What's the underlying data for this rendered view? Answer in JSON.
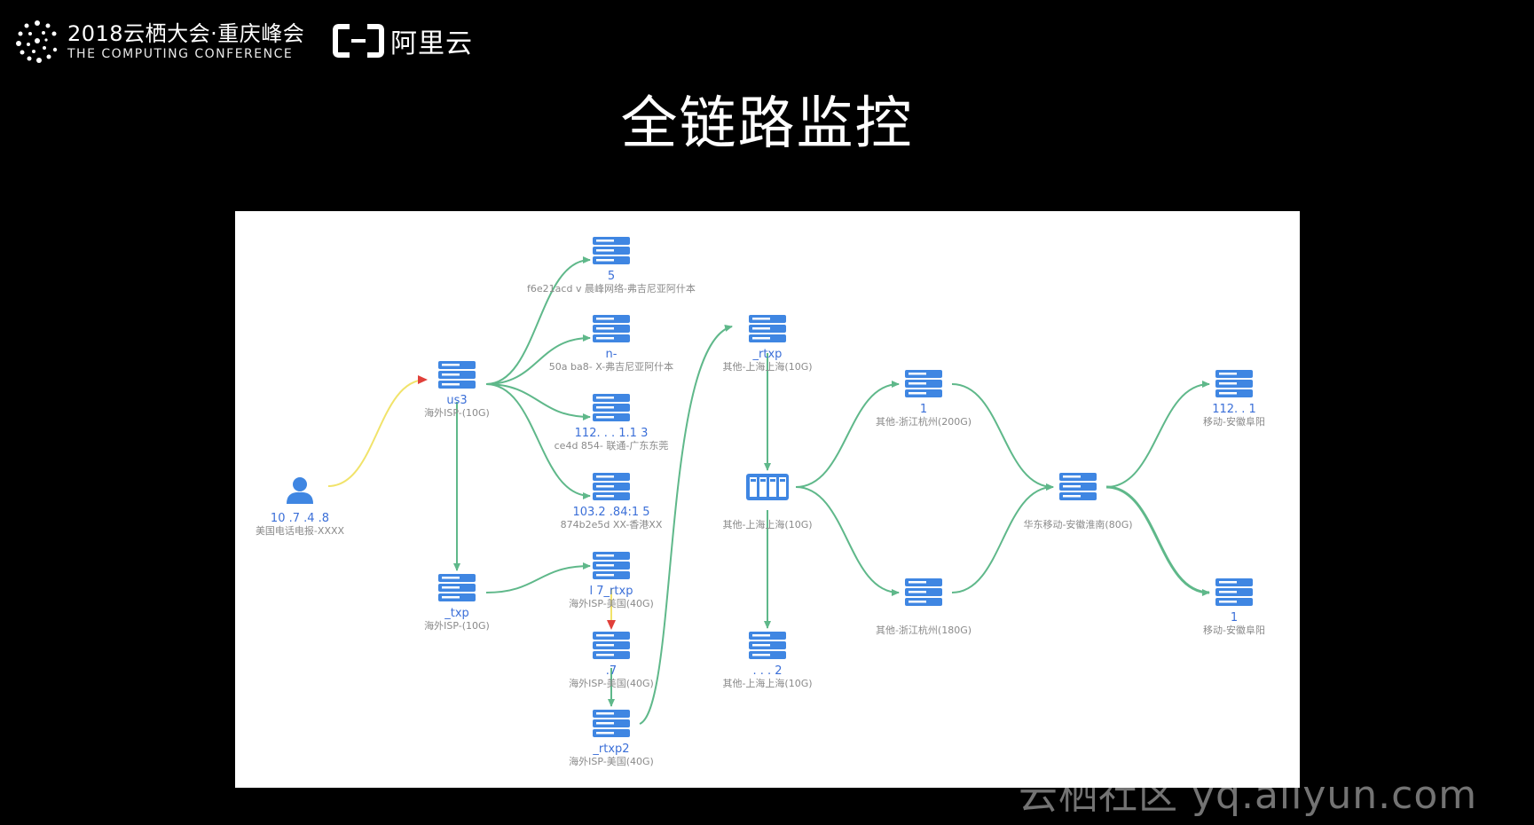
{
  "header": {
    "conference_title": "2018云栖大会·重庆峰会",
    "conference_subtitle": "THE COMPUTING CONFERENCE",
    "brand_text": "阿里云"
  },
  "slide": {
    "title": "全链路监控"
  },
  "colors": {
    "edge_green": "#5fb88a",
    "edge_yellow": "#f1e36a",
    "arrow_red": "#e0403a",
    "node_blue": "#3f86e2",
    "label_blue": "#3b6fd8"
  },
  "diagram": {
    "nodes": [
      {
        "id": "user",
        "kind": "user",
        "label": "10 .7  .4  .8",
        "sub": "美国电话电报-XXXX"
      },
      {
        "id": "us3",
        "kind": "server",
        "label": "us3",
        "sub": "海外ISP-(10G)"
      },
      {
        "id": "txp",
        "kind": "server",
        "label": "  _txp",
        "sub": "海外ISP-(10G)"
      },
      {
        "id": "n_r1",
        "kind": "server",
        "label": "                5",
        "sub": "f6e21acd          v 晨峰网络-弗吉尼亚阿什本"
      },
      {
        "id": "n_r2",
        "kind": "server",
        "label": "        n-",
        "sub": "50a  ba8-           X-弗吉尼亚阿什本"
      },
      {
        "id": "n_r3",
        "kind": "server",
        "label": "112.  .  .  1.1  3",
        "sub": "ce4d 854-          联通-广东东莞"
      },
      {
        "id": "n_r4",
        "kind": "server",
        "label": "103.2    .84:1  5",
        "sub": "874b2e5d          XX-香港XX"
      },
      {
        "id": "rtxp_a",
        "kind": "server",
        "label": "l   7_rtxp",
        "sub": "海外ISP-美国(40G)"
      },
      {
        "id": "n_mid",
        "kind": "server",
        "label": "  .7",
        "sub": "海外ISP-美国(40G)"
      },
      {
        "id": "rtxp2",
        "kind": "server",
        "label": "   _rtxp2",
        "sub": "海外ISP-美国(40G)"
      },
      {
        "id": "sh_rtxp",
        "kind": "server",
        "label": "  _rtxp",
        "sub": "其他-上海上海(10G)"
      },
      {
        "id": "sh_hub",
        "kind": "hub",
        "label": "  ",
        "sub": "其他-上海上海(10G)"
      },
      {
        "id": "sh_low",
        "kind": "server",
        "label": "           .  .   .  2",
        "sub": "其他-上海上海(10G)"
      },
      {
        "id": "hz1",
        "kind": "server",
        "label": "   1",
        "sub": "其他-浙江杭州(200G)"
      },
      {
        "id": "hz2",
        "kind": "server",
        "label": "   ",
        "sub": "其他-浙江杭州(180G)"
      },
      {
        "id": "hn",
        "kind": "server",
        "label": "   ",
        "sub": "华东移动-安徽淮南(80G)"
      },
      {
        "id": "fy1",
        "kind": "server",
        "label": "112.  .   1",
        "sub": "移动-安徽阜阳"
      },
      {
        "id": "fy2",
        "kind": "server",
        "label": "      1",
        "sub": "移动-安徽阜阳"
      }
    ]
  },
  "watermark": "云栖社区 yq.aliyun.com"
}
